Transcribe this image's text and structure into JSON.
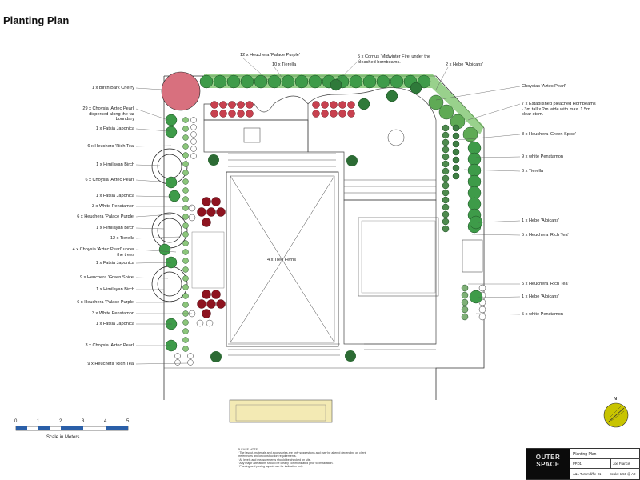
{
  "title": "Planting Plan",
  "labels_left": [
    {
      "text": "1 x Birch Bark Cherry"
    },
    {
      "text": "29 x Choysia 'Aztec Pearl' dispersed along the far boundary"
    },
    {
      "text": "1 x Fatsia Japonica"
    },
    {
      "text": "6 x Heuchera 'Rich Tea'"
    },
    {
      "text": "1 x Himilayan Birch"
    },
    {
      "text": "6 x Choysia 'Aztec Pearl'"
    },
    {
      "text": "1 x Fatsia Japonica"
    },
    {
      "text": "3 x White Penstamon"
    },
    {
      "text": "6 x Heuchera 'Palace Purple'"
    },
    {
      "text": "1 x Himilayan Birch"
    },
    {
      "text": "12 x Tierella"
    },
    {
      "text": "4 x Choysia 'Aztec Pearl' under the trees"
    },
    {
      "text": "1 x Fatsia Japonica"
    },
    {
      "text": "9 x Heuchera 'Green Spice'"
    },
    {
      "text": "1 x Himilayan Birch"
    },
    {
      "text": "6 x Heuchera 'Palace Purple'"
    },
    {
      "text": "3 x White Penstamon"
    },
    {
      "text": "1 x Fatsia Japonica"
    },
    {
      "text": "3 x Choysia 'Aztec Pearl'"
    },
    {
      "text": "9 x Heuchera 'Rich Tea'"
    }
  ],
  "labels_top": [
    {
      "text": "12 x Heuchera 'Palace Purple'"
    },
    {
      "text": "10 x Tierella"
    },
    {
      "text": "5 x Cornus 'Midwinter Fire' under the pleached hornbeams."
    },
    {
      "text": "2 x Hebe 'Albicans'"
    }
  ],
  "labels_right": [
    {
      "text": "Choysias 'Aztec Pearl'"
    },
    {
      "text": "7 x Established pleached Hornbeams - 3m tall x 2m wide with max. 1.5m clear stem."
    },
    {
      "text": "8 x Heuchera 'Green Spice'"
    },
    {
      "text": "9 x white Penstamon"
    },
    {
      "text": "6 x Tierella"
    },
    {
      "text": "1 x Hebe 'Albicans'"
    },
    {
      "text": "5 x Heuchera 'Rich Tea'"
    },
    {
      "text": "5 x Heuchera 'Rich Tea'"
    },
    {
      "text": "1 x Hebe 'Albicans'"
    },
    {
      "text": "5 x white Penstamon"
    }
  ],
  "center_label": "4 x Tree Ferns",
  "scale": {
    "ticks": [
      "0",
      "1",
      "2",
      "3",
      "4",
      "5"
    ],
    "caption": "Scale in Meters"
  },
  "notes": {
    "heading": "PLEASE NOTE:",
    "lines": [
      "* The layout, materials and accessories are only suggestions and may be altered depending on client preferences and/or construction requirements.",
      "* All levels and measurements should be checked on site.",
      "* Any major alterations should be clearly communicated prior to installation.",
      "* Planting and paving layouts are for indication only."
    ]
  },
  "title_block": {
    "logo": "OUTER SPACE",
    "drawing_title": "Planting Plan",
    "drawing_no": "PP.01",
    "drawn_by": "Joe Francis",
    "project": "A&L Turnmill/ffe-01",
    "scale": "Scale: 1:50 @ A2"
  },
  "north_label": "N",
  "colors": {
    "choysia": "#3e9b49",
    "heuchera_purple": "#8e1420",
    "heuchera_red": "#c8414f",
    "birch_cherry": "#d8707e",
    "hornbeam": "#7dc46e",
    "line": "#333333"
  }
}
